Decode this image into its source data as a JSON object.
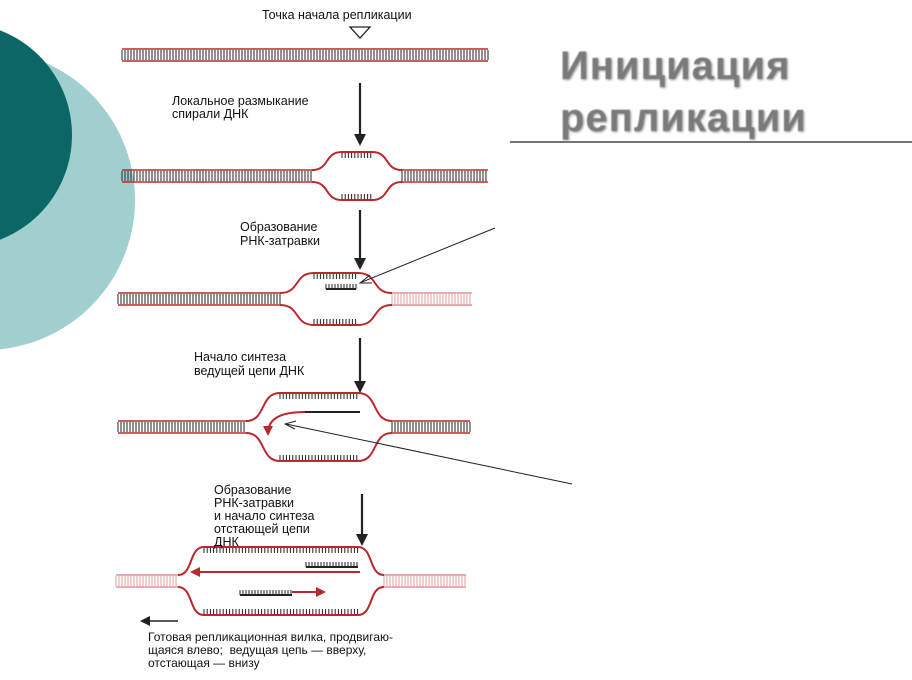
{
  "slide": {
    "title_line1": "Инициация",
    "title_line2": "репликации"
  },
  "diagram": {
    "origin_label": "Точка начала репликации",
    "step1": [
      "Локальное размыкание",
      "спирали ДНК"
    ],
    "step2": [
      "Образование",
      "РНК-затравки"
    ],
    "step3": [
      "Начало синтеза",
      "ведущей цепи ДНК"
    ],
    "step4": [
      "Образование",
      "РНК-затравки",
      "и начало синтеза",
      "отстающей цепи",
      "ДНК"
    ],
    "caption": [
      "Готовая репликационная вилка, продвигаю-",
      "щаяся влево;  ведущая цепь — вверху,",
      "отстающая — внизу"
    ]
  },
  "colors": {
    "strand": "#b8282d",
    "rungs": "#222222",
    "circle_dark": "#0c6665",
    "circle_light": "#9fcfcf",
    "title": "#7a7a7a"
  }
}
